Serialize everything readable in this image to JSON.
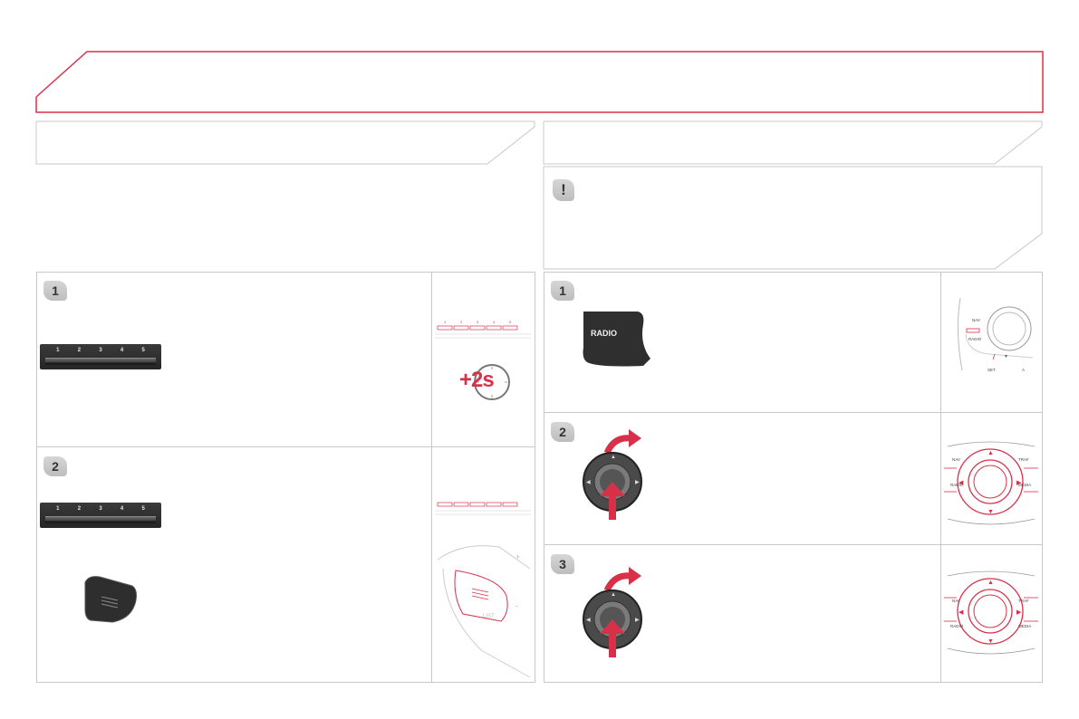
{
  "header": {
    "title": ""
  },
  "left": {
    "section_title": "",
    "intro_text": "",
    "steps": [
      {
        "number": "1",
        "preset_numbers": [
          "1",
          "2",
          "3",
          "4",
          "5"
        ],
        "hold_badge": "+2s"
      },
      {
        "number": "2",
        "preset_numbers": [
          "1",
          "2",
          "3",
          "4",
          "5"
        ],
        "list_label": "LIST"
      }
    ]
  },
  "right": {
    "section_title": "",
    "warning_icon": "exclamation-icon",
    "warning_text": "",
    "steps": [
      {
        "number": "1",
        "radio_button_label": "RADIO",
        "console": {
          "nav": "NAV",
          "radio": "RADIO",
          "set": "SET",
          "a": "A"
        }
      },
      {
        "number": "2",
        "dial": {
          "nav": "NAV",
          "traf": "TRAF",
          "radio": "RADIO",
          "media": "MEDIA"
        }
      },
      {
        "number": "3",
        "dial": {
          "nav": "NAV",
          "traf": "TRAF",
          "radio": "RADIO",
          "media": "MEDIA"
        }
      }
    ]
  },
  "colors": {
    "accent": "#d9304a",
    "border": "#c8c8c8",
    "badge": "#c8c8c8"
  }
}
